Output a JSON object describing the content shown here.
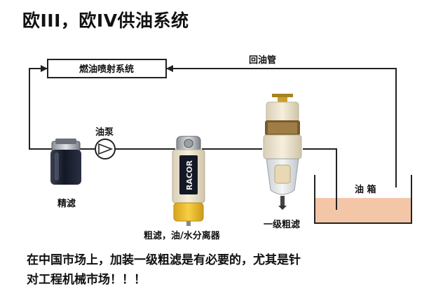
{
  "title": "欧III，欧IV供油系统",
  "labels": {
    "injection_system": "燃油喷射系统",
    "return_pipe": "回油管",
    "pump": "油泵",
    "fine_filter": "精滤",
    "separator": "粗滤，油/水分离器",
    "primary_filter": "一级粗滤",
    "tank": "油 箱",
    "separator_brand": "RACOR"
  },
  "caption": {
    "line1": "在中国市场上，加装一级粗滤是有必要的，尤其是针",
    "line2": "对工程机械市场！！！"
  },
  "colors": {
    "line": "#222222",
    "fuel": "#f4c6a8",
    "separator_bowl": "#f2c12e",
    "canister_dark": "#1e2433",
    "filter_cream": "#efe3c8"
  }
}
